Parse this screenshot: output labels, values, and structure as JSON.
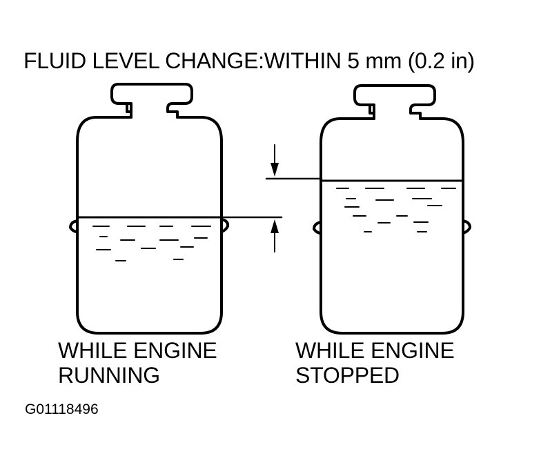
{
  "title": "FLUID LEVEL CHANGE:WITHIN 5 mm (0.2 in)",
  "left_caption": {
    "line1": "WHILE ENGINE",
    "line2": "RUNNING"
  },
  "right_caption": {
    "line1": "WHILE ENGINE",
    "line2": "STOPPED"
  },
  "figure_code": "G01118496"
}
